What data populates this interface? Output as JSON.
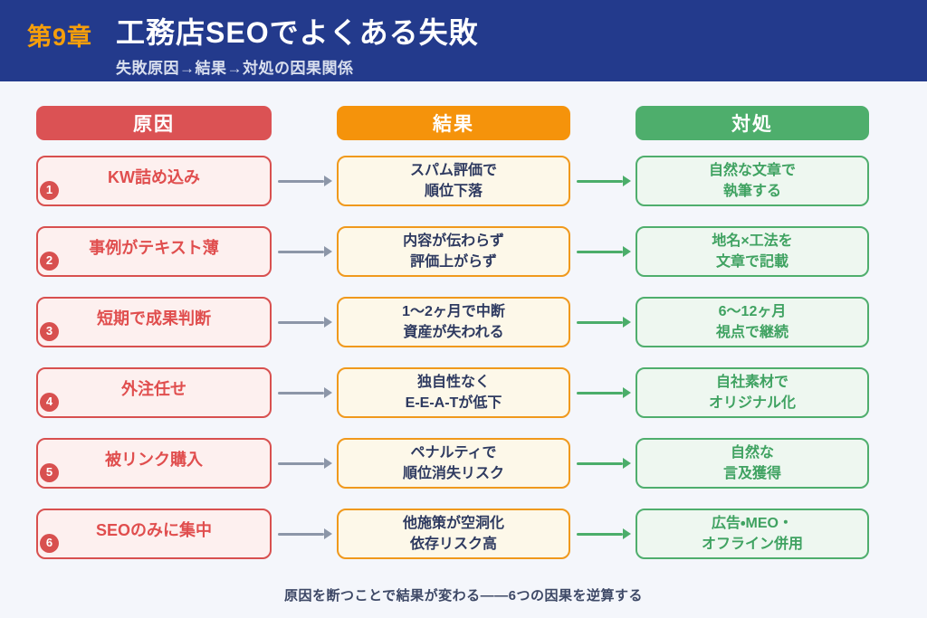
{
  "header": {
    "chapter": "第9章",
    "title": "工務店SEOでよくある失敗",
    "subtitle": "失敗原因→結果→対処の因果関係"
  },
  "columns": {
    "cause": "原因",
    "result": "結果",
    "action": "対処"
  },
  "rows": [
    {
      "num": "1",
      "cause": "KW詰め込み",
      "result": [
        "スパム評価で",
        "順位下落"
      ],
      "action": [
        "自然な文章で",
        "執筆する"
      ]
    },
    {
      "num": "2",
      "cause": "事例がテキスト薄",
      "result": [
        "内容が伝わらず",
        "評価上がらず"
      ],
      "action": [
        "地名×工法を",
        "文章で記載"
      ]
    },
    {
      "num": "3",
      "cause": "短期で成果判断",
      "result": [
        "1〜2ヶ月で中断",
        "資産が失われる"
      ],
      "action": [
        "6〜12ヶ月",
        "視点で継続"
      ]
    },
    {
      "num": "4",
      "cause": "外注任せ",
      "result": [
        "独自性なく",
        "E-E-A-Tが低下"
      ],
      "action": [
        "自社素材で",
        "オリジナル化"
      ]
    },
    {
      "num": "5",
      "cause": "被リンク購入",
      "result": [
        "ペナルティで",
        "順位消失リスク"
      ],
      "action": [
        "自然な",
        "言及獲得"
      ]
    },
    {
      "num": "6",
      "cause": "SEOのみに集中",
      "result": [
        "他施策が空洞化",
        "依存リスク高"
      ],
      "action": [
        "広告・MEO・",
        "オフライン併用"
      ]
    }
  ],
  "footer": "原因を断つことで結果が変わる——6つの因果を逆算する",
  "colors": {
    "header_bg": "#233A8C",
    "chapter_accent": "#F59E0B",
    "cause_accent": "#DB5254",
    "result_accent": "#F5930B",
    "action_accent": "#4EAE6C",
    "cause_arrow": "#8C96A8",
    "action_arrow": "#4BAD6A",
    "page_bg": "#F4F6FB"
  }
}
